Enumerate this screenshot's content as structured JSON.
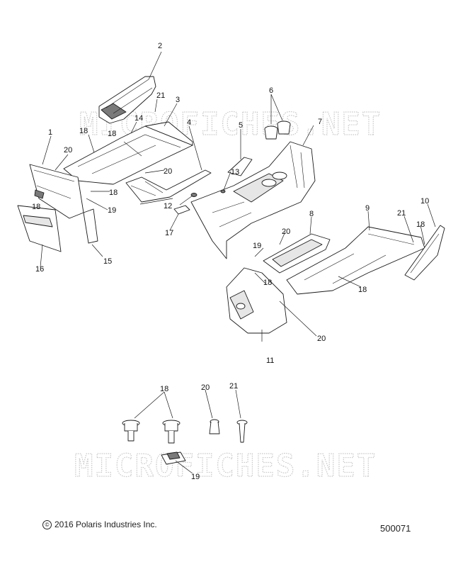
{
  "watermark": "MICROFICHES.NET",
  "footer": {
    "copyright_symbol": "©",
    "copyright_text": "2016 Polaris Industries Inc.",
    "doc_number": "500071"
  },
  "callouts": {
    "p1": "1",
    "p2": "2",
    "p3": "3",
    "p4": "4",
    "p5": "5",
    "p6": "6",
    "p7": "7",
    "p8": "8",
    "p9": "9",
    "p10": "10",
    "p11": "11",
    "p12": "12",
    "p13": "13",
    "p14": "14",
    "p15": "15",
    "p16": "16",
    "p17": "17",
    "p18a": "18",
    "p18b": "18",
    "p18c": "18",
    "p18d": "18",
    "p18e": "18",
    "p18f": "18",
    "p18g": "18",
    "p18h": "18",
    "p19a": "19",
    "p19b": "19",
    "p19c": "19",
    "p20a": "20",
    "p20b": "20",
    "p20c": "20",
    "p20d": "20",
    "p20e": "20",
    "p21a": "21",
    "p21b": "21",
    "p21c": "21"
  }
}
